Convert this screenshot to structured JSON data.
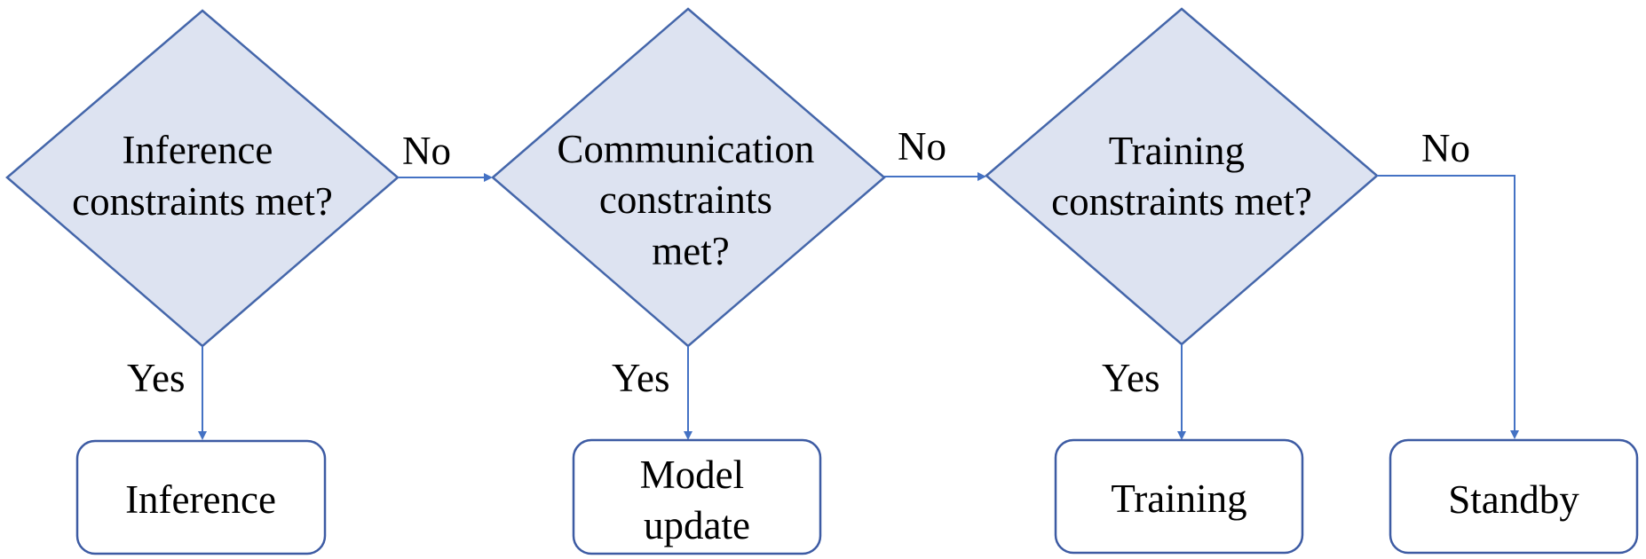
{
  "colors": {
    "shape_fill": "#dde3f1",
    "shape_stroke": "#4466aa",
    "box_stroke": "#3d5ba3",
    "arrow": "#4472c4",
    "text": "#000000"
  },
  "decisions": [
    {
      "lines": [
        "Inference",
        "constraints met?"
      ]
    },
    {
      "lines": [
        "Communication",
        "constraints",
        "met?"
      ]
    },
    {
      "lines": [
        "Training",
        "constraints met?"
      ]
    }
  ],
  "outcomes": [
    {
      "lines": [
        "Inference"
      ]
    },
    {
      "lines": [
        "Model",
        "update"
      ]
    },
    {
      "lines": [
        "Training"
      ]
    },
    {
      "lines": [
        "Standby"
      ]
    }
  ],
  "edge_labels": {
    "no": "No",
    "yes": "Yes"
  }
}
